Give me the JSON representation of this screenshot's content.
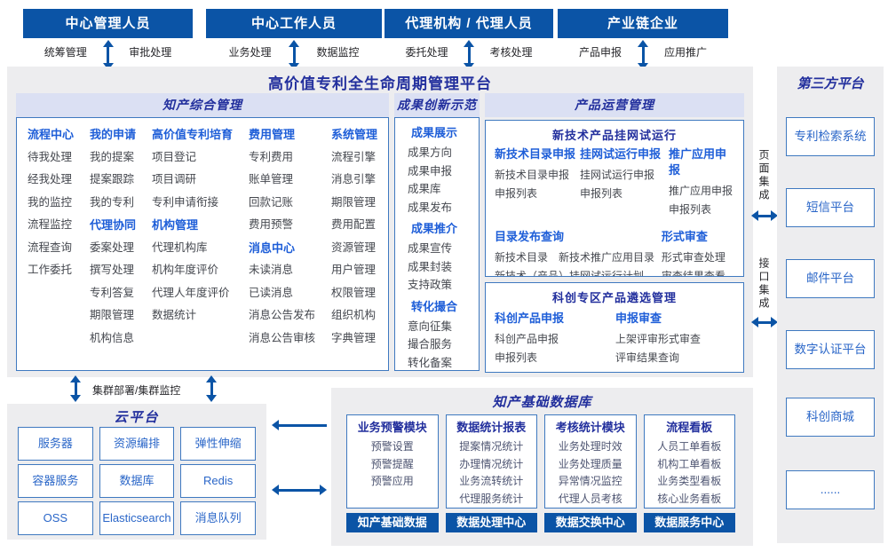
{
  "actors": [
    {
      "title": "中心管理人员",
      "left_label": "统筹管理",
      "right_label": "审批处理"
    },
    {
      "title": "中心工作人员",
      "left_label": "业务处理",
      "right_label": "数据监控"
    },
    {
      "title": "代理机构 / 代理人员",
      "left_label": "委托处理",
      "right_label": "考核处理"
    },
    {
      "title": "产业链企业",
      "left_label": "产品申报",
      "right_label": "应用推广"
    }
  ],
  "platform": {
    "title": "高价值专利全生命周期管理平台",
    "ip_management": {
      "title": "知产综合管理",
      "columns": [
        [
          {
            "h": "流程中心"
          },
          {
            "i": "待我处理"
          },
          {
            "i": "经我处理"
          },
          {
            "i": "我的监控"
          },
          {
            "i": "流程监控"
          },
          {
            "i": "流程查询"
          },
          {
            "i": "工作委托"
          }
        ],
        [
          {
            "h": "我的申请"
          },
          {
            "i": "我的提案"
          },
          {
            "i": "提案跟踪"
          },
          {
            "i": "我的专利"
          },
          {
            "h": "代理协同"
          },
          {
            "i": "委案处理"
          },
          {
            "i": "撰写处理"
          },
          {
            "i": "专利答复"
          },
          {
            "i": "期限管理"
          },
          {
            "i": "机构信息"
          }
        ],
        [
          {
            "h": "高价值专利培育"
          },
          {
            "i": "项目登记"
          },
          {
            "i": "项目调研"
          },
          {
            "i": "专利申请衔接"
          },
          {
            "h": "机构管理"
          },
          {
            "i": "代理机构库"
          },
          {
            "i": "机构年度评价"
          },
          {
            "i": "代理人年度评价"
          },
          {
            "i": "数据统计"
          }
        ],
        [
          {
            "h": "费用管理"
          },
          {
            "i": "专利费用"
          },
          {
            "i": "账单管理"
          },
          {
            "i": "回款记账"
          },
          {
            "i": "费用预警"
          },
          {
            "h": "消息中心"
          },
          {
            "i": "未读消息"
          },
          {
            "i": "已读消息"
          },
          {
            "i": "消息公告发布"
          },
          {
            "i": "消息公告审核"
          }
        ],
        [
          {
            "h": "系统管理"
          },
          {
            "i": "流程引擎"
          },
          {
            "i": "消息引擎"
          },
          {
            "i": "期限管理"
          },
          {
            "i": "费用配置"
          },
          {
            "i": "资源管理"
          },
          {
            "i": "用户管理"
          },
          {
            "i": "权限管理"
          },
          {
            "i": "组织机构"
          },
          {
            "i": "字典管理"
          }
        ]
      ]
    },
    "achievement": {
      "title": "成果创新示范",
      "groups": [
        {
          "title": "成果展示",
          "items": [
            "成果方向",
            "成果申报",
            "成果库",
            "成果发布"
          ]
        },
        {
          "title": "成果推介",
          "items": [
            "成果宣传",
            "成果封装",
            "支持政策"
          ]
        },
        {
          "title": "转化撮合",
          "items": [
            "意向征集",
            "撮合服务",
            "转化备案"
          ]
        }
      ]
    },
    "product_ops": {
      "title": "产品运营管理",
      "box1": {
        "title": "新技术产品挂网试运行",
        "groups_row1": [
          {
            "title": "新技术目录申报",
            "items": [
              "新技术目录申报",
              "申报列表"
            ]
          },
          {
            "title": "挂网试运行申报",
            "items": [
              "挂网试运行申报",
              "申报列表"
            ]
          },
          {
            "title": "推广应用申报",
            "items": [
              "推广应用申报",
              "申报列表"
            ]
          }
        ],
        "groups_row2": [
          {
            "title": "目录发布查询",
            "items": [
              "新技术目录",
              "新技术推广应用目录",
              "新技术（产品）挂网试运行计划"
            ]
          },
          {
            "title": "形式审查",
            "items": [
              "形式审查处理",
              "审查结果查看"
            ]
          }
        ]
      },
      "box2": {
        "title": "科创专区产品遴选管理",
        "groups": [
          {
            "title": "科创产品申报",
            "items": [
              "科创产品申报",
              "申报列表"
            ]
          },
          {
            "title": "申报审查",
            "items": [
              "上架评审形式审查",
              "评审结果查询"
            ]
          }
        ]
      }
    }
  },
  "integration": {
    "page_label": "页面集成",
    "api_label": "接口集成"
  },
  "third_party": {
    "title": "第三方平台",
    "boxes": [
      "专利检索系统",
      "短信平台",
      "邮件平台",
      "数字认证平台",
      "科创商城",
      "......"
    ]
  },
  "cluster_label": "集群部署/集群监控",
  "cloud": {
    "title": "云平台",
    "boxes": [
      "服务器",
      "资源编排",
      "弹性伸缩",
      "容器服务",
      "数据库",
      "Redis",
      "OSS",
      "Elasticsearch",
      "消息队列"
    ]
  },
  "database": {
    "title": "知产基础数据库",
    "modules": [
      {
        "title": "业务预警模块",
        "items": [
          "预警设置",
          "预警提醒",
          "预警应用"
        ]
      },
      {
        "title": "数据统计报表",
        "items": [
          "提案情况统计",
          "办理情况统计",
          "业务流转统计",
          "代理服务统计"
        ]
      },
      {
        "title": "考核统计模块",
        "items": [
          "业务处理时效",
          "业务处理质量",
          "异常情况监控",
          "代理人员考核"
        ]
      },
      {
        "title": "流程看板",
        "items": [
          "人员工单看板",
          "机构工单看板",
          "业务类型看板",
          "核心业务看板"
        ]
      }
    ],
    "data_centers": [
      "知产基础数据",
      "数据处理中心",
      "数据交换中心",
      "数据服务中心"
    ]
  },
  "colors": {
    "primary_blue": "#0b54a6",
    "navy_text": "#222f9d",
    "heading_blue": "#1e5ed8",
    "item_text": "#45484f",
    "box_text_blue": "#2a66c8",
    "panel_bg": "#ededef",
    "band_bg": "#dbe0f3",
    "border_blue": "#3f79c0"
  }
}
